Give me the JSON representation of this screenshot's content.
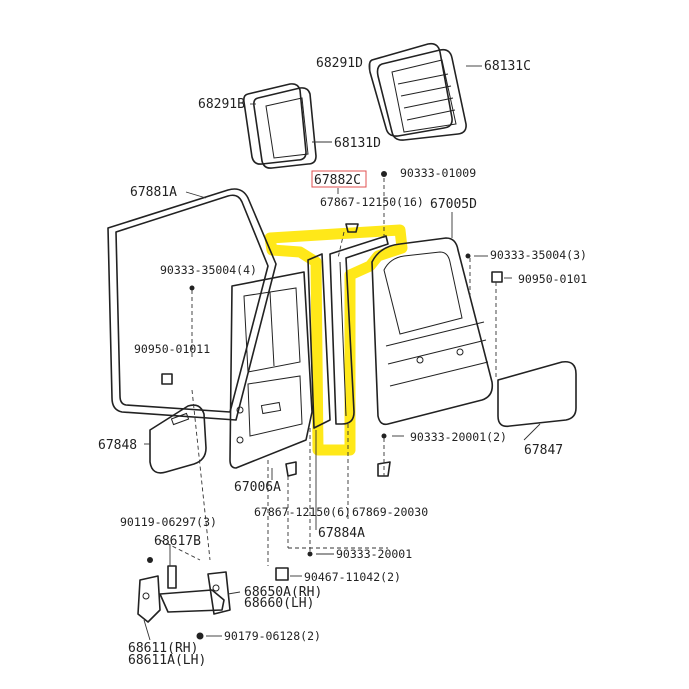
{
  "labels": {
    "l68291d": "68291D",
    "l68131c": "68131C",
    "l68291b": "68291B",
    "l68131d": "68131D",
    "l67882c": "67882C",
    "l90333_01009": "90333-01009",
    "l67881a": "67881A",
    "l67867_12150a": "67867-12150(16)",
    "l67005d": "67005D",
    "l90333_35004a": "90333-35004(4)",
    "l90333_35004b": "90333-35004(3)",
    "l90950_0101": "90950-0101",
    "l90950_01011": "90950-01011",
    "l90333_20001a": "90333-20001(2)",
    "l67848": "67848",
    "l67847": "67847",
    "l67006a": "67006A",
    "l67867_12150b": "67867-12150(6)",
    "l67869_20030": "67869-20030",
    "l90119_06297": "90119-06297(3)",
    "l67884a": "67884A",
    "l68617b": "68617B",
    "l90333_20001b": "90333-20001",
    "l90467_11042": "90467-11042(2)",
    "l68650a": "68650A(RH)",
    "l68660": "68660(LH)",
    "l90179_06128": "90179-06128(2)",
    "l68611": "68611(RH)",
    "l68611a": "68611A(LH)"
  },
  "colors": {
    "highlight": "#ffe600",
    "callout_box": "#e05050",
    "ink": "#222222"
  }
}
